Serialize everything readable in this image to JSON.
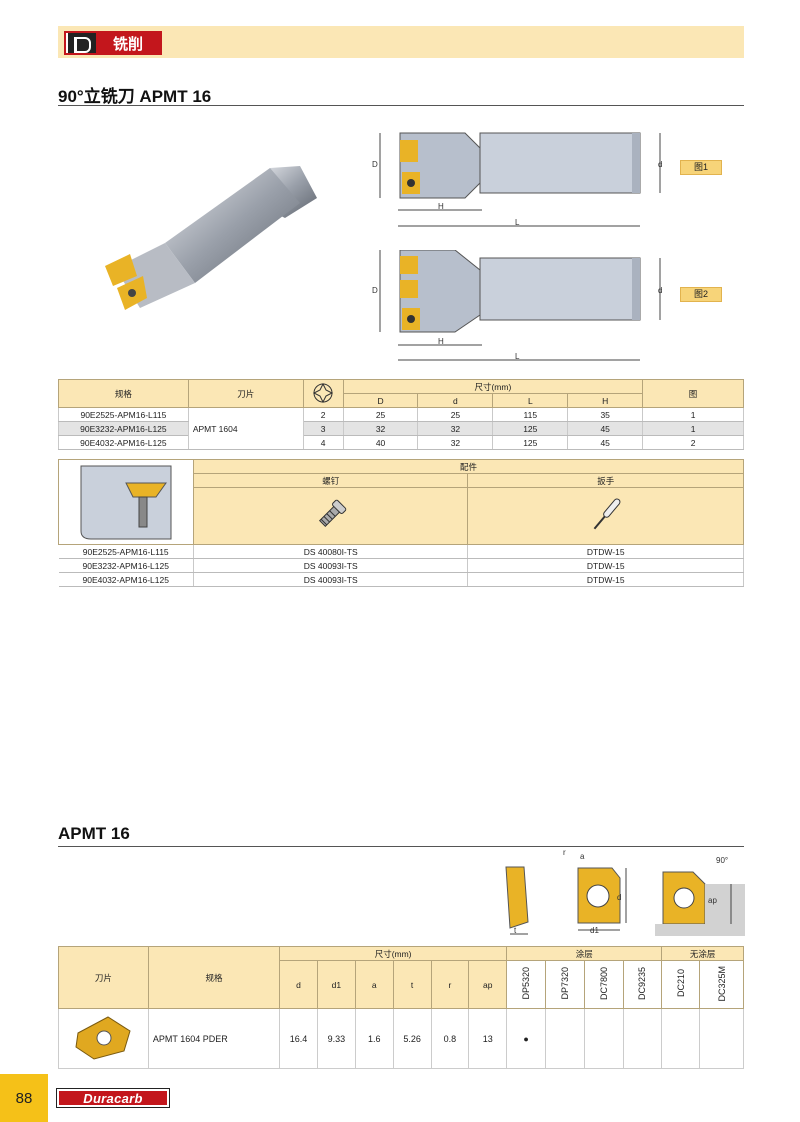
{
  "header": {
    "section_label": "铣削"
  },
  "section1": {
    "title": "90°立铣刀  APMT 16",
    "fig1_label": "图1",
    "fig2_label": "图2",
    "dim_labels": {
      "D": "D",
      "d": "d",
      "H": "H",
      "L": "L"
    }
  },
  "table1": {
    "headers": {
      "spec": "规格",
      "insert": "刀片",
      "dims": "尺寸(mm)",
      "fig": "图",
      "D": "D",
      "d": "d",
      "L": "L",
      "H": "H"
    },
    "insert_value": "APMT 1604",
    "rows": [
      {
        "spec": "90E2525-APM16-L115",
        "z": "2",
        "D": "25",
        "d": "25",
        "L": "115",
        "H": "35",
        "fig": "1"
      },
      {
        "spec": "90E3232-APM16-L125",
        "z": "3",
        "D": "32",
        "d": "32",
        "L": "125",
        "H": "45",
        "fig": "1"
      },
      {
        "spec": "90E4032-APM16-L125",
        "z": "4",
        "D": "40",
        "d": "32",
        "L": "125",
        "H": "45",
        "fig": "2"
      }
    ]
  },
  "table2": {
    "headers": {
      "parts": "配件",
      "screw": "螺钉",
      "wrench": "扳手"
    },
    "rows": [
      {
        "spec": "90E2525-APM16-L115",
        "screw": "DS 40080I-TS",
        "wrench": "DTDW-15"
      },
      {
        "spec": "90E3232-APM16-L125",
        "screw": "DS 40093I-TS",
        "wrench": "DTDW-15"
      },
      {
        "spec": "90E4032-APM16-L125",
        "screw": "DS 40093I-TS",
        "wrench": "DTDW-15"
      }
    ]
  },
  "section2": {
    "title": "APMT 16",
    "diagram_labels": {
      "r": "r",
      "a": "a",
      "d": "d",
      "d1": "d1",
      "t": "t",
      "angle": "90°",
      "ap": "ap"
    }
  },
  "table3": {
    "headers": {
      "insert": "刀片",
      "spec": "规格",
      "dims": "尺寸(mm)",
      "coated": "涂层",
      "uncoated": "无涂层",
      "d": "d",
      "d1": "d1",
      "a": "a",
      "t": "t",
      "r": "r",
      "ap": "ap",
      "grades": [
        "DP5320",
        "DP7320",
        "DC7800",
        "DC9235",
        "DC210",
        "DC325M"
      ]
    },
    "row": {
      "spec": "APMT 1604 PDER",
      "d": "16.4",
      "d1": "9.33",
      "a": "1.6",
      "t": "5.26",
      "r": "0.8",
      "ap": "13",
      "marks": [
        "●",
        "",
        "",
        "",
        "",
        ""
      ]
    }
  },
  "footer": {
    "page_number": "88",
    "brand": "Duracarb"
  }
}
